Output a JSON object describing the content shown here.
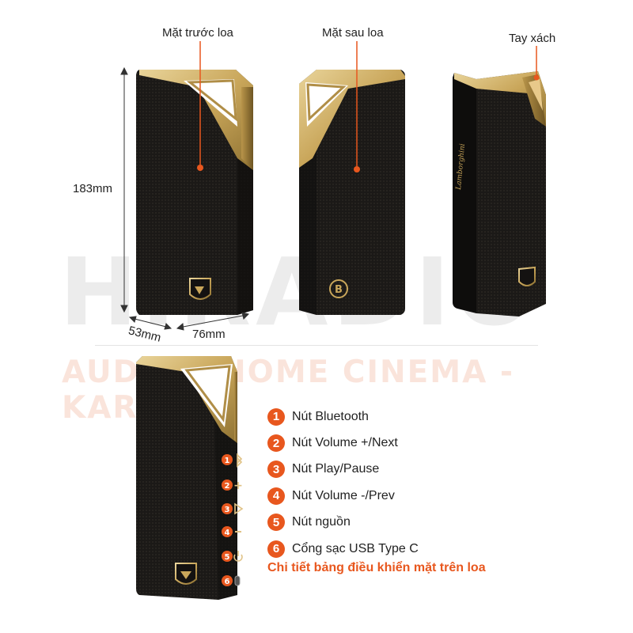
{
  "labels": {
    "front": "Mặt trước loa",
    "back": "Mặt sau loa",
    "handle": "Tay xách"
  },
  "dimensions": {
    "height": "183mm",
    "depth": "53mm",
    "width": "76mm"
  },
  "watermark": {
    "brand": "HiRADIO",
    "tagline": "AUDIO - HOME CINEMA - KARAOKE"
  },
  "controls": [
    {
      "num": "1",
      "label": "Nút Bluetooth"
    },
    {
      "num": "2",
      "label": "Nút Volume +/Next"
    },
    {
      "num": "3",
      "label": "Nút Play/Pause"
    },
    {
      "num": "4",
      "label": "Nút Volume -/Prev"
    },
    {
      "num": "5",
      "label": "Nút nguồn"
    },
    {
      "num": "6",
      "label": "Cổng sạc USB Type C"
    }
  ],
  "caption": "Chi tiết bảng điều khiển mặt trên loa",
  "colors": {
    "accent": "#e8571e",
    "gold": "#c9a65a",
    "fabric": "#1a1816"
  },
  "icons": [
    "bluetooth-icon",
    "plus-icon",
    "play-pause-icon",
    "minus-icon",
    "power-icon",
    "usb-c-port-icon"
  ]
}
